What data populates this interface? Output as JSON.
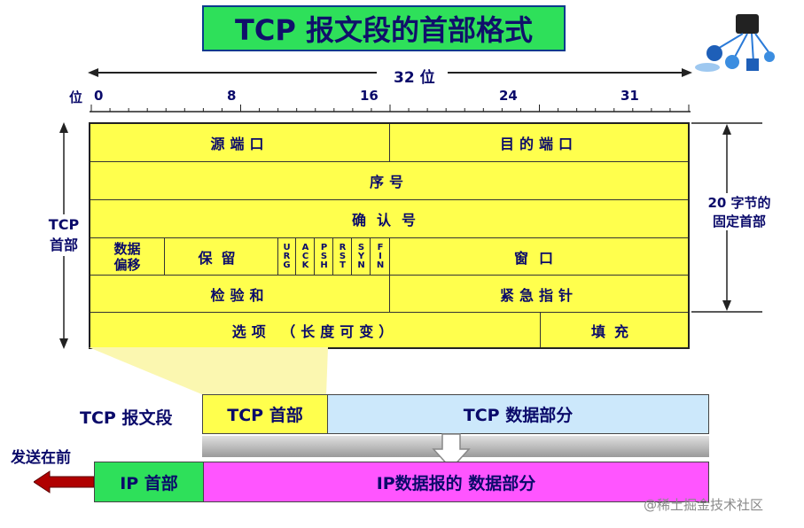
{
  "title": "TCP 报文段的首部格式",
  "ruler": {
    "width_label": "32 位",
    "bit_label": "位",
    "ticks": [
      "0",
      "8",
      "16",
      "24",
      "31"
    ]
  },
  "side": {
    "left_label_line1": "TCP",
    "left_label_line2": "首部",
    "right_label_line1": "20 字节的",
    "right_label_line2": "固定首部"
  },
  "header_fields": {
    "src_port": "源端口",
    "dst_port": "目的端口",
    "seq": "序号",
    "ack": "确认号",
    "offset_line1": "数据",
    "offset_line2": "偏移",
    "reserved": "保留",
    "flags": [
      "URG",
      "ACK",
      "PSH",
      "RST",
      "SYN",
      "FIN"
    ],
    "window": "窗口",
    "checksum": "检验和",
    "urgent": "紧急指针",
    "options": "选项 （长度可变）",
    "padding": "填充"
  },
  "segment": {
    "label": "TCP 报文段",
    "header": "TCP 首部",
    "data": "TCP 数据部分"
  },
  "ip": {
    "send_first": "发送在前",
    "header": "IP 首部",
    "data": "IP数据报的 数据部分"
  },
  "watermark": "@稀土掘金技术社区",
  "colors": {
    "title_bg": "#2ee05a",
    "table_bg": "#ffff4d",
    "tcp_data_bg": "#cce8fb",
    "ip_header_bg": "#2ee05a",
    "ip_data_bg": "#ff55ff",
    "arrow_red": "#b00000"
  }
}
